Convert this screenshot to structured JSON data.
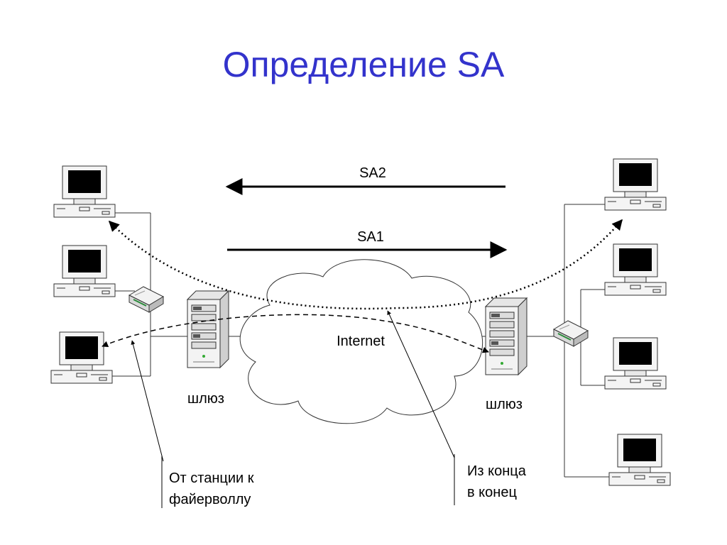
{
  "slide": {
    "title": "Определение SA"
  },
  "diagram": {
    "sa2_label": "SA2",
    "sa1_label": "SA1",
    "internet_label": "Internet",
    "gateway_left_label": "шлюз",
    "gateway_right_label": "шлюз",
    "callout_left": {
      "line1": "От станции к",
      "line2": "файерволлу"
    },
    "callout_right": {
      "line1": "Из конца",
      "line2": "в конец"
    }
  },
  "colors": {
    "title": "#3333cc"
  }
}
